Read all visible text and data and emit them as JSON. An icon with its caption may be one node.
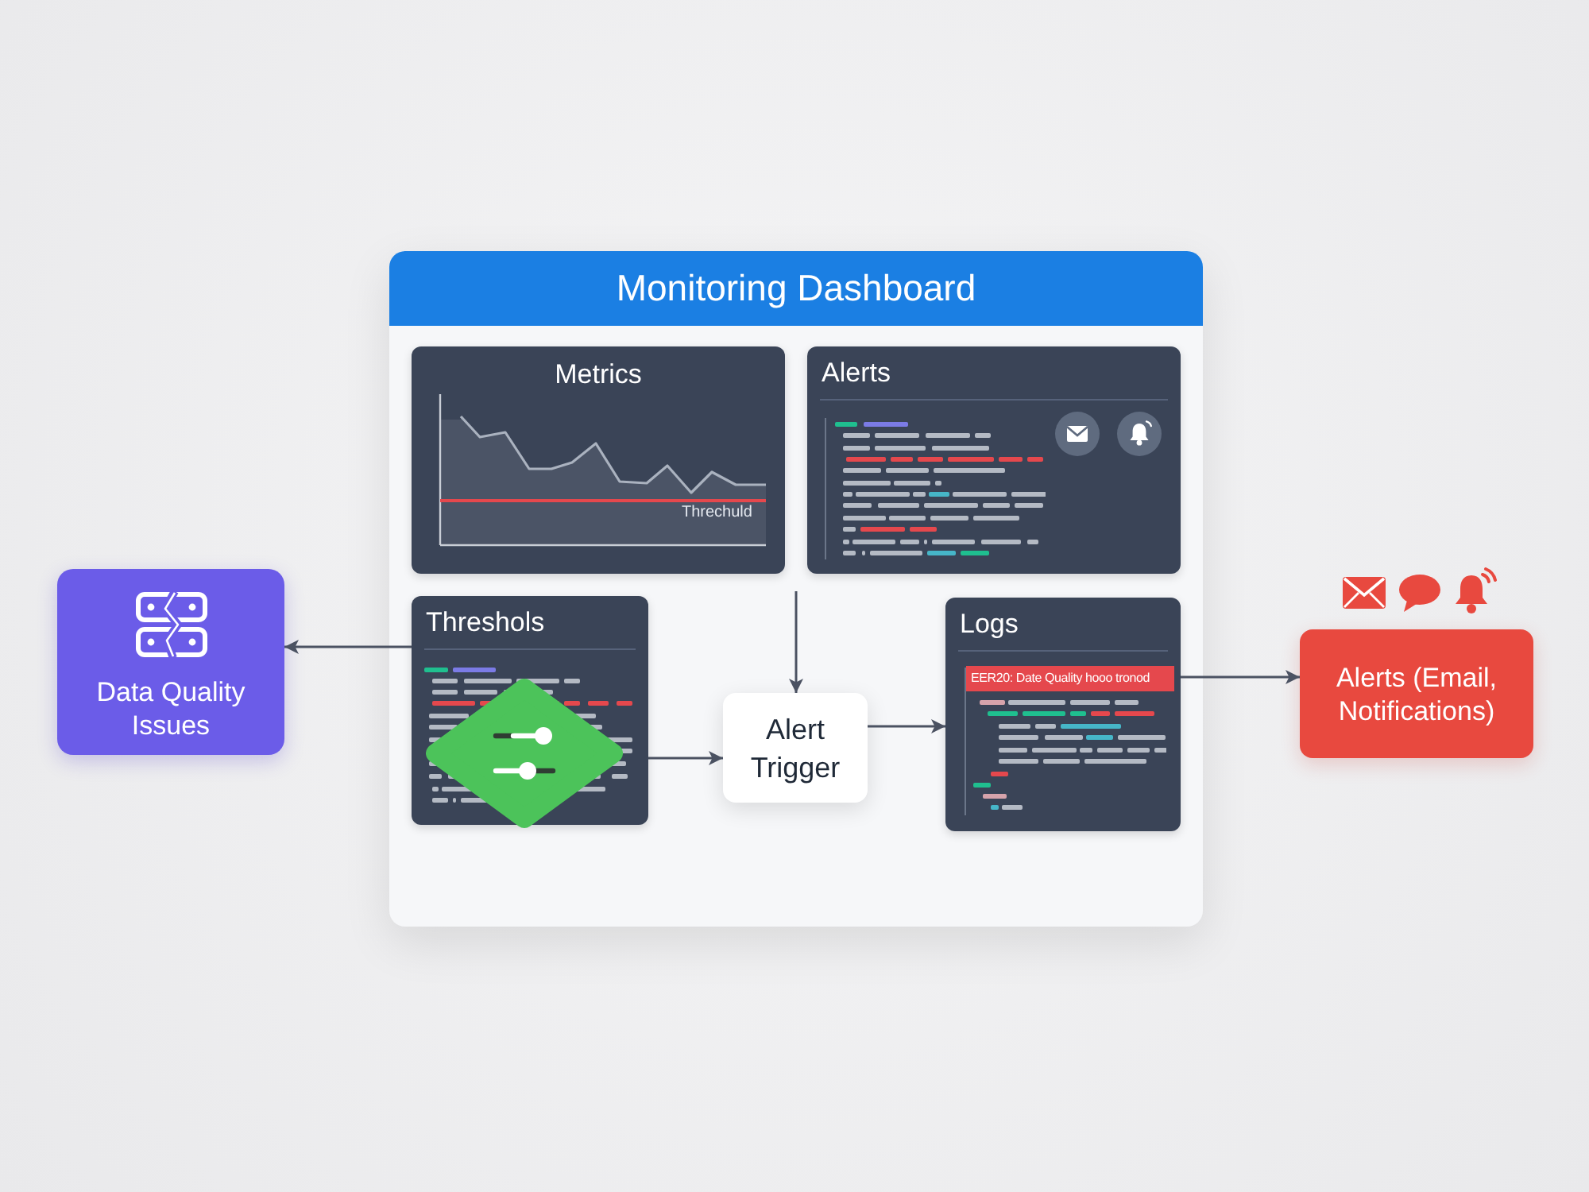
{
  "diagram": {
    "nodes": [
      {
        "text": [
          "Monitoring Dashboard"
        ]
      },
      {
        "text": [
          "Metrics"
        ],
        "in": 0
      },
      {
        "text": [
          "Alerts"
        ],
        "in": 0
      },
      {
        "text": [
          "Data Quality Issues"
        ]
      },
      {
        "text": [
          "Threshols"
        ],
        "in": 0
      },
      {
        "text": [],
        "shape": "diamond",
        "in": 4
      },
      {
        "text": [
          "Alert Trigger"
        ],
        "in": 0
      },
      {
        "text": [
          "Logs"
        ],
        "in": 0
      },
      {
        "text": [
          "Alerts (Email, Notifications)"
        ]
      }
    ],
    "edges": [
      {
        "from": 4,
        "to": 3,
        "arrow": "to"
      },
      {
        "from": 4,
        "to": 6,
        "arrow": "to"
      },
      {
        "from": null,
        "to": 6,
        "arrow": "to"
      },
      {
        "from": 6,
        "to": 7,
        "arrow": "to"
      },
      {
        "from": 7,
        "to": 8,
        "arrow": "to"
      }
    ],
    "labels": [
      "Threchuld",
      "EER20: Date Quality hooo tronod"
    ]
  }
}
